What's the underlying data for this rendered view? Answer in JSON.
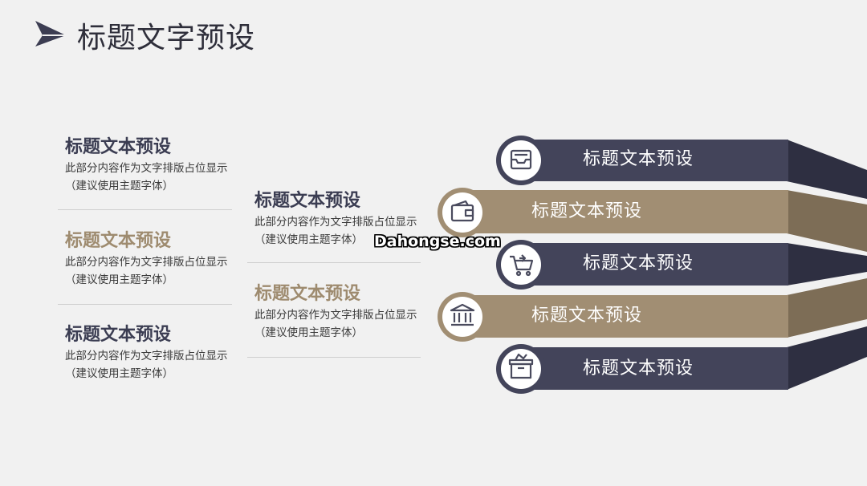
{
  "page": {
    "title": "标题文字预设"
  },
  "colors": {
    "navy": "#43445a",
    "navy_dark": "#2e2f41",
    "tan": "#a18e73",
    "tan_dark": "#7d6d56",
    "text_dark": "#2f2f3b"
  },
  "left_blocks": [
    {
      "title": "标题文本预设",
      "line1": "此部分内容作为文字排版占位显示",
      "line2": "（建议使用主题字体）",
      "color": "#3b3d52"
    },
    {
      "title": "标题文本预设",
      "line1": "此部分内容作为文字排版占位显示",
      "line2": "（建议使用主题字体）",
      "color": "#9e8b6f"
    },
    {
      "title": "标题文本预设",
      "line1": "此部分内容作为文字排版占位显示",
      "line2": "（建议使用主题字体）",
      "color": "#3b3d52"
    }
  ],
  "mid_blocks": [
    {
      "title": "标题文本预设",
      "line1": "此部分内容作为文字排版占位显示",
      "line2": "（建议使用主题字体）",
      "color": "#3b3d52"
    },
    {
      "title": "标题文本预设",
      "line1": "此部分内容作为文字排版占位显示",
      "line2": "（建议使用主题字体）",
      "color": "#9e8b6f"
    }
  ],
  "bars": [
    {
      "label": "标题文本预设",
      "icon": "inbox-tray-icon"
    },
    {
      "label": "标题文本预设",
      "icon": "wallet-icon"
    },
    {
      "label": "标题文本预设",
      "icon": "shopping-cart-icon"
    },
    {
      "label": "标题文本预设",
      "icon": "bank-building-icon"
    },
    {
      "label": "标题文本预设",
      "icon": "archive-box-icon"
    }
  ],
  "watermark": "Dahongse.com"
}
